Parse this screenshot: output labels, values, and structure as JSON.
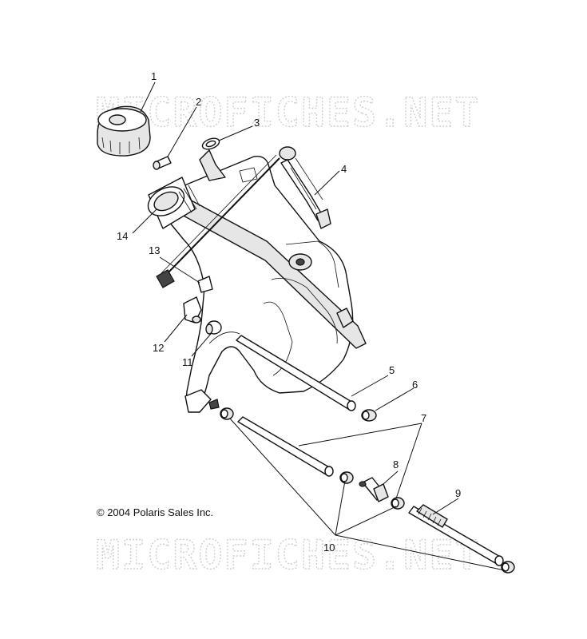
{
  "watermark": {
    "text": "MICROFICHES.NET"
  },
  "copyright": "© 2004 Polaris Sales Inc.",
  "callouts": [
    {
      "label": "1"
    },
    {
      "label": "2"
    },
    {
      "label": "3"
    },
    {
      "label": "4"
    },
    {
      "label": "5"
    },
    {
      "label": "6"
    },
    {
      "label": "7"
    },
    {
      "label": "8"
    },
    {
      "label": "9"
    },
    {
      "label": "10"
    },
    {
      "label": "11"
    },
    {
      "label": "12"
    },
    {
      "label": "13"
    },
    {
      "label": "14"
    }
  ]
}
